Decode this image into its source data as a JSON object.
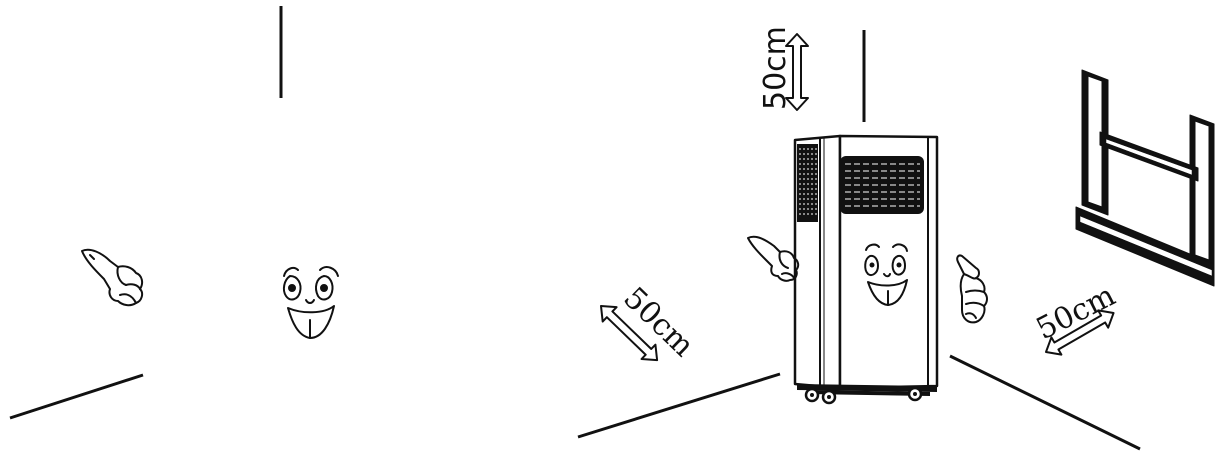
{
  "clearances": {
    "top": "50cm",
    "left": "50cm",
    "right": "50cm"
  },
  "colors": {
    "ink": "#111111",
    "background": "#ffffff"
  },
  "icons": [
    "thumbs-up-hand-icon",
    "smiling-face-icon",
    "pointing-hand-icon",
    "window-icon",
    "air-conditioner-icon"
  ]
}
